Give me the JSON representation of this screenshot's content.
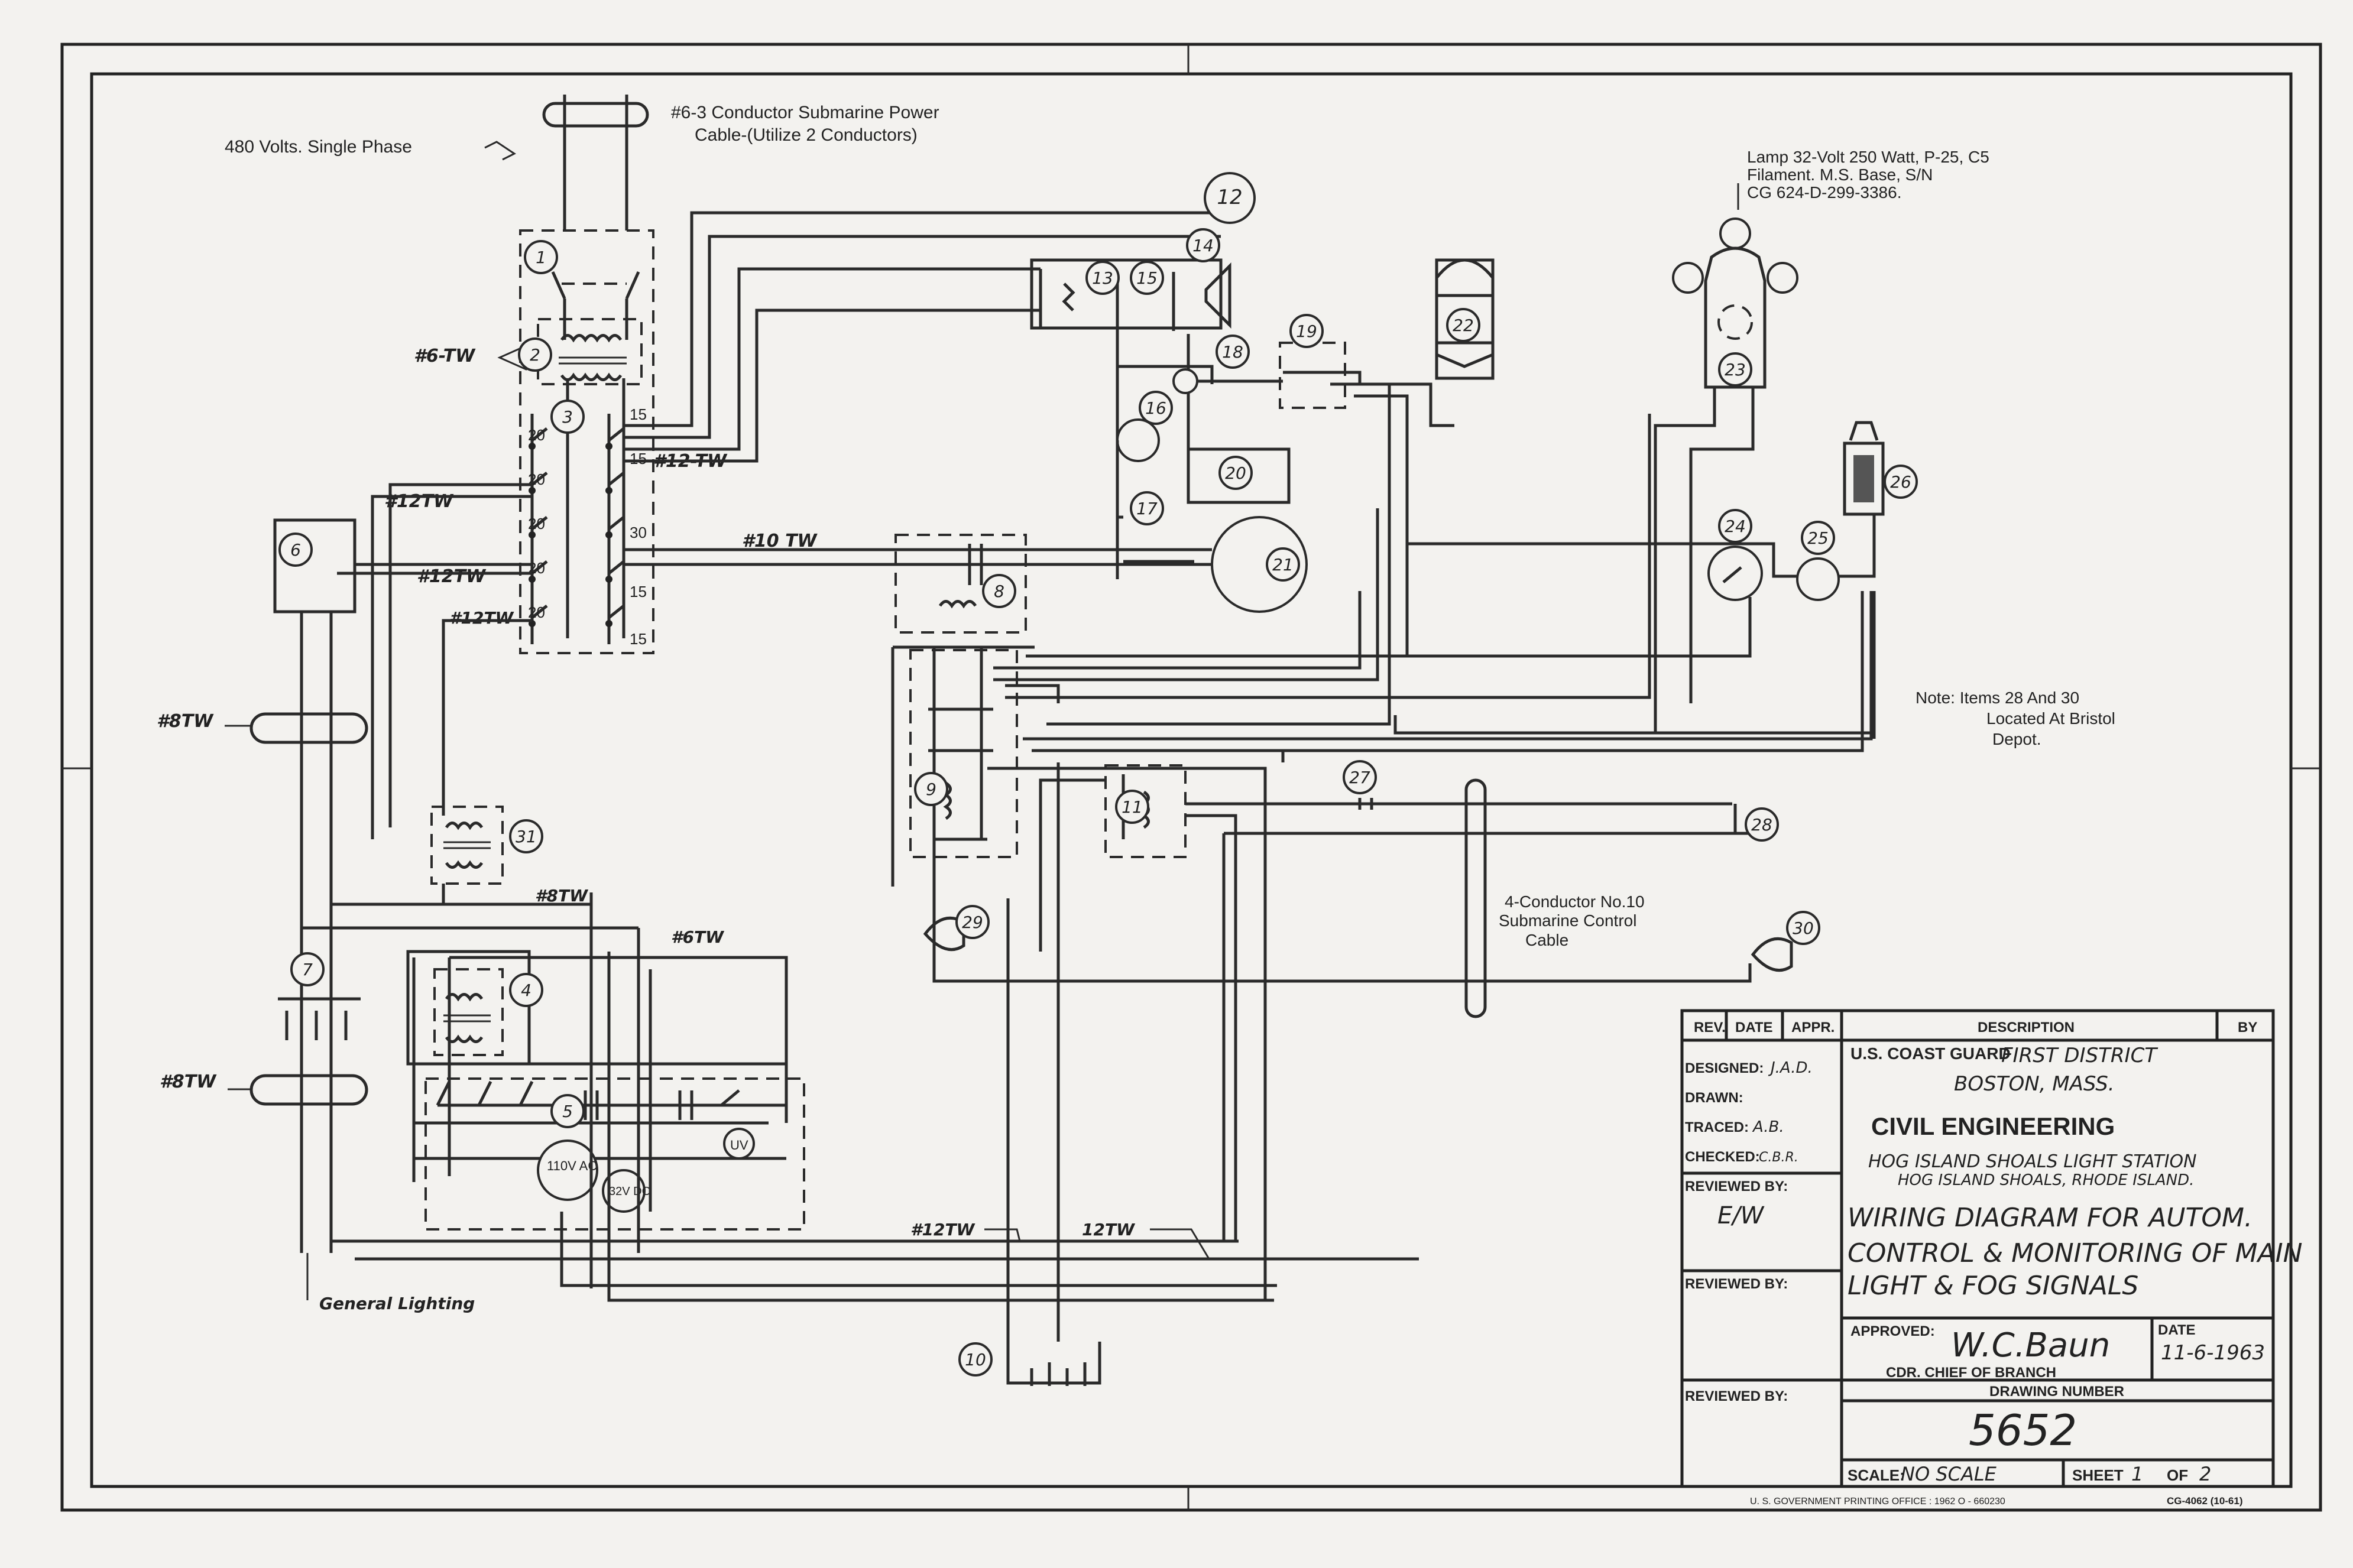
{
  "notes": {
    "supply": "480 Volts. Single Phase",
    "cable_1": "#6-3 Conductor Submarine Power",
    "cable_2": "Cable-(Utilize 2 Conductors)",
    "lamp_1": "Lamp 32-Volt 250 Watt, P-25, C5",
    "lamp_2": "Filament. M.S. Base, S/N",
    "lamp_3": "CG 624-D-299-3386.",
    "note_1": "Note: Items 28 And 30",
    "note_2": "Located At Bristol",
    "note_3": "Depot.",
    "control_1": "4-Conductor No.10",
    "control_2": "Submarine Control",
    "control_3": "Cable",
    "general_lighting": "General Lighting"
  },
  "wire_labels": {
    "tw6": "#6-TW",
    "tw12_a": "#12TW",
    "tw12_b": "#12TW",
    "tw12_c": "#12TW",
    "tw12_d": "#12-TW",
    "tw10": "#10 TW",
    "tw8_a": "#8TW",
    "tw8_b": "#8TW",
    "tw8_c": "#8TW",
    "tw6b": "#6TW",
    "tw12_e": "#12TW",
    "tw12_f": "12TW"
  },
  "breaker_ratings": [
    "15",
    "20",
    "20",
    "15",
    "20",
    "30",
    "20",
    "15",
    "20",
    "15"
  ],
  "meter_labels": {
    "ac": "110V AC",
    "dc": "32V DC",
    "uv": "UV"
  },
  "components": [
    "1",
    "2",
    "3",
    "4",
    "5",
    "6",
    "7",
    "8",
    "9",
    "10",
    "11",
    "12",
    "13",
    "14",
    "15",
    "16",
    "17",
    "18",
    "19",
    "20",
    "21",
    "22",
    "23",
    "24",
    "25",
    "26",
    "27",
    "28",
    "29",
    "30",
    "31"
  ],
  "title_block": {
    "headers": {
      "rev": "REV.",
      "date": "DATE",
      "appr": "APPR.",
      "description": "DESCRIPTION",
      "by": "BY"
    },
    "designed_label": "DESIGNED:",
    "designed_value": "J.A.D.",
    "drawn_label": "DRAWN:",
    "traced_label": "TRACED:",
    "traced_value": "A.B.",
    "checked_label": "CHECKED:",
    "checked_value": "C.B.R.",
    "reviewed_label_1": "REVIEWED BY:",
    "reviewed_value_1": "E/W",
    "reviewed_label_2": "REVIEWED BY:",
    "reviewed_label_3": "REVIEWED BY:",
    "org": "U.S. COAST GUARD",
    "district": "FIRST DISTRICT",
    "city": "BOSTON, MASS.",
    "dept": "CIVIL ENGINEERING",
    "station_1": "HOG ISLAND SHOALS LIGHT STATION",
    "station_2": "HOG ISLAND SHOALS, RHODE ISLAND.",
    "title_1": "WIRING DIAGRAM FOR AUTOM.",
    "title_2": "CONTROL & MONITORING OF MAIN",
    "title_3": "LIGHT & FOG SIGNALS",
    "approved_label": "APPROVED:",
    "approved_sign": "W.C.Baun",
    "chief": "CDR. CHIEF OF BRANCH",
    "date_label": "DATE",
    "date_value": "11-6-1963",
    "drawing_number_label": "DRAWING NUMBER",
    "drawing_number": "5652",
    "scale_label": "SCALE:",
    "scale_value": "NO SCALE",
    "sheet_label": "SHEET",
    "sheet_value": "1",
    "of_label": "OF",
    "of_value": "2"
  },
  "footer": {
    "printer": "U. S. GOVERNMENT PRINTING OFFICE : 1962 O - 660230",
    "form": "CG-4062 (10-61)"
  }
}
